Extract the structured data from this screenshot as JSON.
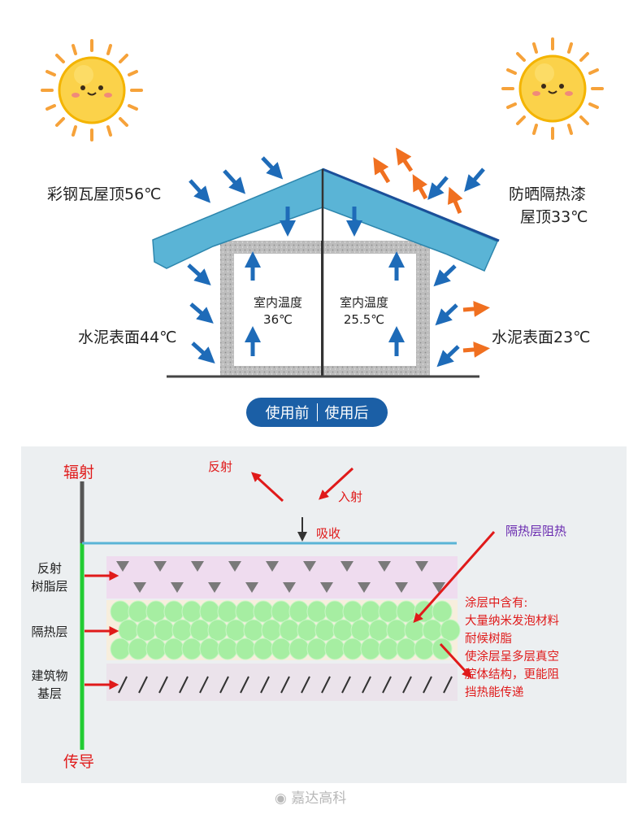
{
  "top": {
    "label_left_roof": "彩钢瓦屋顶56℃",
    "label_right_roof_1": "防晒隔热漆",
    "label_right_roof_2": "屋顶33℃",
    "label_left_wall": "水泥表面44℃",
    "label_right_wall": "水泥表面23℃",
    "indoor_left_1": "室内温度",
    "indoor_left_2": "36℃",
    "indoor_right_1": "室内温度",
    "indoor_right_2": "25.5℃",
    "toggle_before": "使用前",
    "toggle_after": "使用后"
  },
  "bottom": {
    "radiation": "辐射",
    "conduction": "传导",
    "reflect": "反射",
    "incident": "入射",
    "absorb": "吸收",
    "insulation_block": "隔热层阻热",
    "layer_reflective_1": "反射",
    "layer_reflective_2": "树脂层",
    "layer_insulation": "隔热层",
    "layer_base_1": "建筑物",
    "layer_base_2": "基层",
    "note_1": "涂层中含有:",
    "note_2": "大量纳米发泡材料",
    "note_3": "耐候树脂",
    "note_4": "使涂层呈多层真空",
    "note_5": "腔体结构，更能阻",
    "note_6": "挡热能传递"
  },
  "watermark": "嘉达高科",
  "colors": {
    "roof_left": "#5ab4d6",
    "roof_right": "#5ab4d6",
    "arrow_blue": "#1e6bb8",
    "arrow_orange": "#f07020",
    "wall": "#b5b5b5",
    "pill": "#1b5fa6",
    "red": "#e01a1a",
    "green": "#22cc33"
  }
}
